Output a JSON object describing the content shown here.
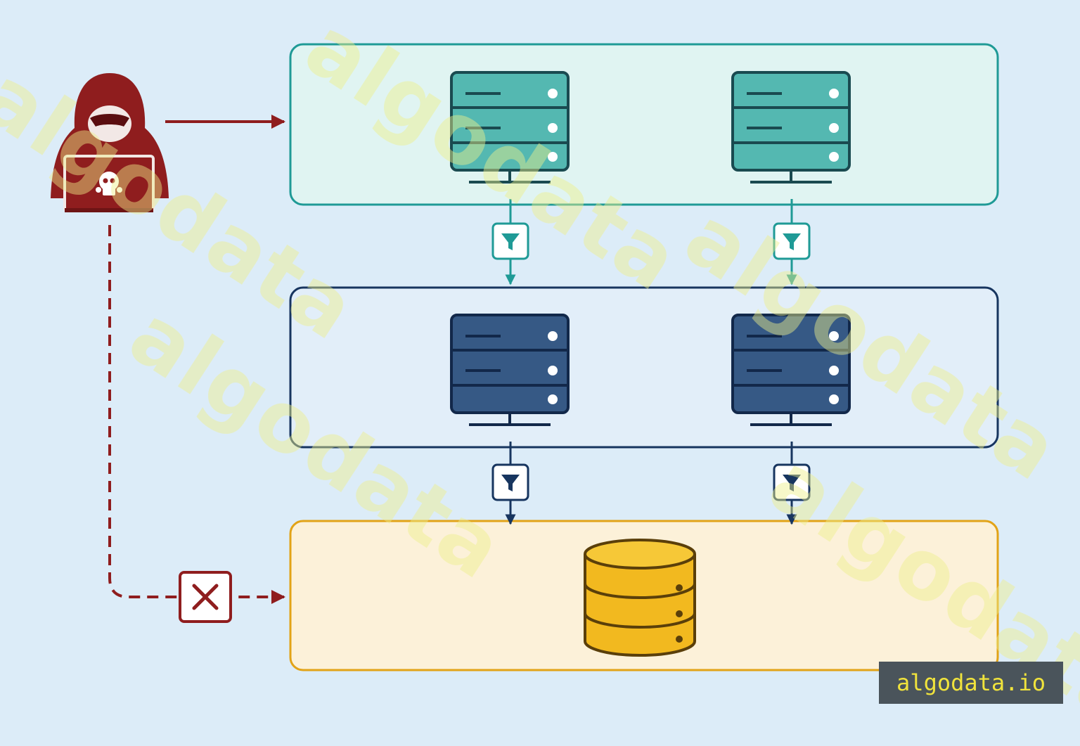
{
  "brand": {
    "text": "algodata.io"
  },
  "watermark": {
    "text": "algodata"
  },
  "colors": {
    "background": "#dcecf8",
    "attacker": "#8f1d1e",
    "teal_tier": "#1f9a96",
    "teal_fill": "#54b8b1",
    "navy_tier": "#17355f",
    "navy_fill": "#365985",
    "db_tier": "#e2a317",
    "db_fill": "#f2b91f",
    "brand_text": "#f0e33c",
    "brand_bg": "#4a545b"
  },
  "nodes": {
    "attacker": {
      "icon": "hooded-hacker-with-laptop-skull-icon"
    },
    "teal_servers": {
      "icon": "server-rack-icon",
      "count": 2
    },
    "navy_servers": {
      "icon": "server-rack-icon",
      "count": 2
    },
    "database": {
      "icon": "database-cylinder-icon"
    },
    "filters": {
      "icon": "funnel-filter-icon",
      "count": 4
    },
    "blocked": {
      "icon": "blocked-x-icon"
    }
  }
}
